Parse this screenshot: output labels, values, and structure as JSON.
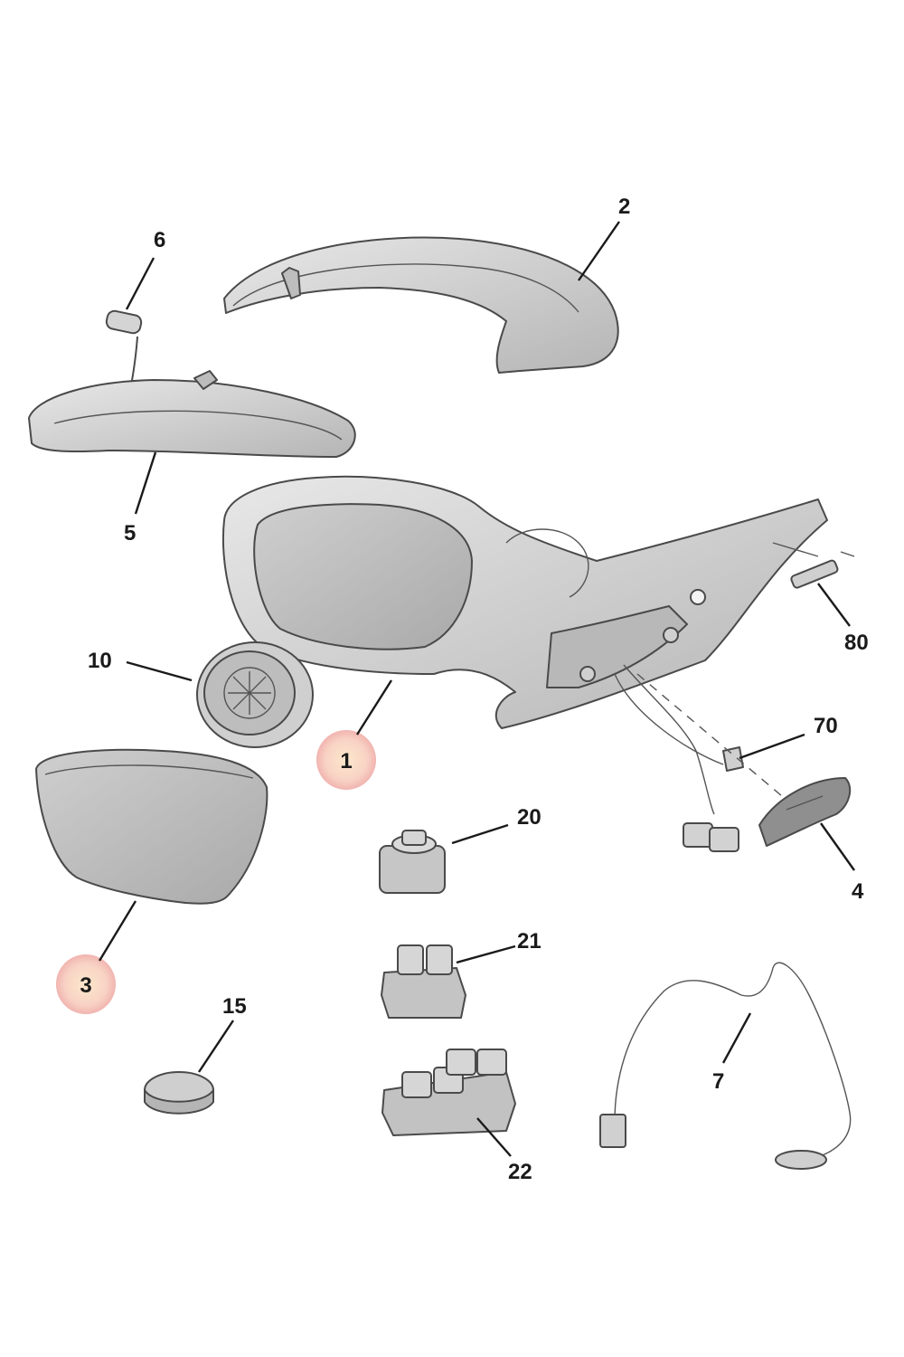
{
  "callouts": {
    "c1": "1",
    "c2": "2",
    "c3": "3",
    "c4": "4",
    "c5": "5",
    "c6": "6",
    "c7": "7",
    "c10": "10",
    "c15": "15",
    "c20": "20",
    "c21": "21",
    "c22": "22",
    "c70": "70",
    "c80": "80"
  },
  "colors": {
    "highlight": "#f6c8c2",
    "highlight_core": "#fbe0c4",
    "part_fill": "#c9c9c9",
    "part_light": "#dedede",
    "glass": "#b9b9b9",
    "line": "#1a1a1a"
  }
}
